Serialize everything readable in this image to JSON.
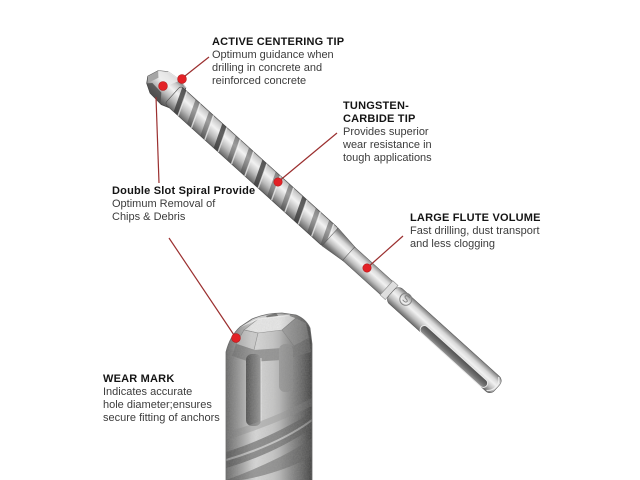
{
  "colors": {
    "background": "#ffffff",
    "leader_line": "#9b2f2f",
    "marker_dot": "#e32126",
    "heading_text": "#141414",
    "body_text": "#3c3c3c"
  },
  "figures": {
    "main": "sds-plus-hammer-drill-bit",
    "closeup": "drill-bit-head-closeup"
  },
  "annotations": [
    {
      "id": "active-centering-tip",
      "title_lines": [
        "ACTIVE CENTERING TIP"
      ],
      "body_lines": [
        "Optimum guidance when",
        "drilling in concrete and",
        "reinforced concrete"
      ]
    },
    {
      "id": "tungsten-carbide-tip",
      "title_lines": [
        "TUNGSTEN-",
        "CARBIDE TIP"
      ],
      "body_lines": [
        "Provides superior",
        "wear resistance in",
        "tough applications"
      ]
    },
    {
      "id": "double-slot-spiral",
      "title_lines": [
        "Double Slot Spiral Provide"
      ],
      "body_lines": [
        "Optimum Removal of",
        "Chips & Debris"
      ]
    },
    {
      "id": "large-flute-volume",
      "title_lines": [
        "LARGE FLUTE VOLUME"
      ],
      "body_lines": [
        "Fast drilling, dust transport",
        "and less clogging"
      ]
    },
    {
      "id": "wear-mark",
      "title_lines": [
        "WEAR MARK"
      ],
      "body_lines": [
        "Indicates accurate",
        "hole diameter;ensures",
        "secure fitting of anchors"
      ]
    }
  ]
}
